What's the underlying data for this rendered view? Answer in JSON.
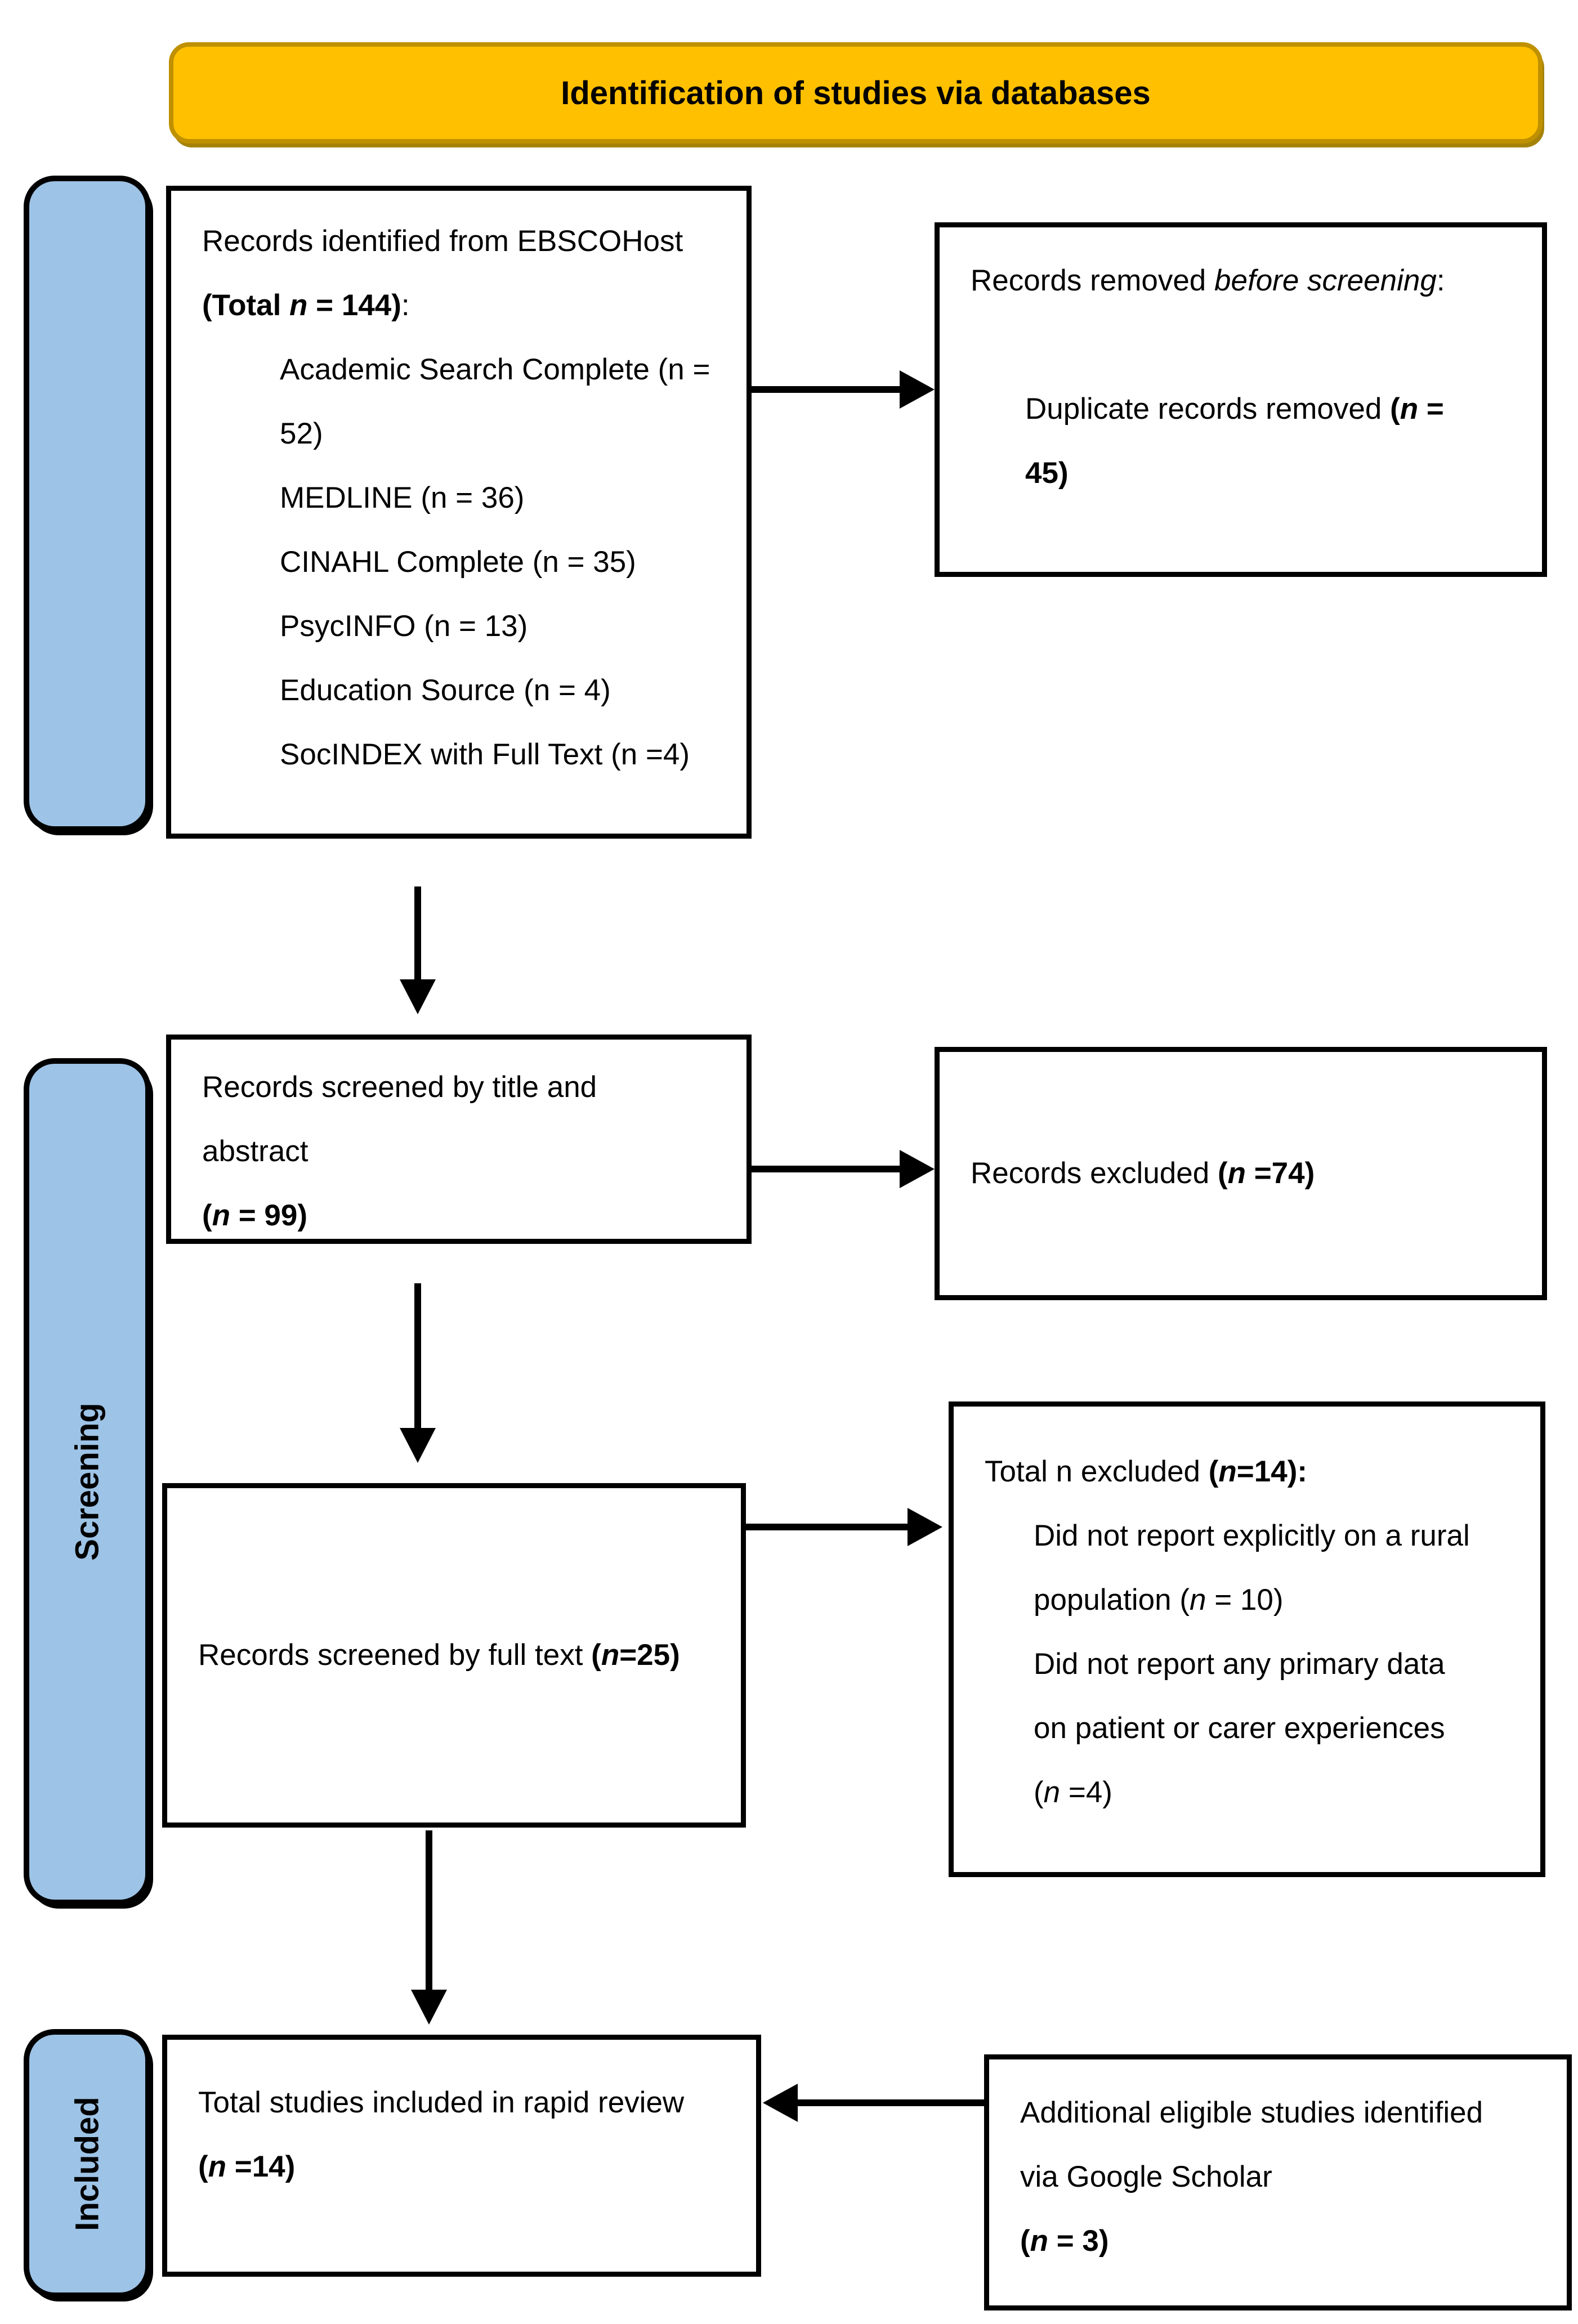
{
  "banner": {
    "title": "Identification of studies via databases"
  },
  "stages": {
    "screening": "Screening",
    "included": "Included"
  },
  "colors": {
    "banner_fill": "#FFC000",
    "banner_border": "#BF9000",
    "stage_fill": "#9DC3E6",
    "box_border": "#000000",
    "arrow": "#000000"
  },
  "boxes": {
    "identified": {
      "line1": "Records identified from EBSCOHost",
      "total_open": "(Total ",
      "total_n": "n",
      "total_close": " = 144)",
      "total_colon": ":",
      "items": [
        "Academic Search Complete (n =",
        "52)",
        "MEDLINE (n = 36)",
        "CINAHL Complete (n = 35)",
        "PsycINFO (n = 13)",
        "Education Source (n = 4)",
        "SocINDEX with Full Text (n =4)"
      ]
    },
    "removed": {
      "line1_pre": "Records removed ",
      "line1_italic": "before screening",
      "line1_colon": ":",
      "dup_pre": "Duplicate records removed ",
      "dup_open": "(",
      "dup_n": "n",
      "dup_eq": " =",
      "dup_num": "45)"
    },
    "screened_title": {
      "line1": "Records screened by title and",
      "line2": "abstract",
      "n_open": "(",
      "n": "n",
      "n_close": " = 99)"
    },
    "excluded_title": {
      "pre": "Records excluded ",
      "n_open": "(",
      "n": "n",
      "n_close": " =74)"
    },
    "screened_full": {
      "pre": "Records screened by full text ",
      "n_open": "(",
      "n": "n",
      "n_close": "=25)"
    },
    "excluded_full": {
      "head_pre": "Total n excluded ",
      "head_open": "(",
      "head_n": "n",
      "head_close": "=14):",
      "reason1_line1": "Did not report explicitly on a rural",
      "reason1_line2_pre": "population (",
      "reason1_line2_n": "n",
      "reason1_line2_post": " = 10)",
      "reason2_line1": "Did not report any primary data",
      "reason2_line2": "on patient or carer experiences",
      "reason2_line3_open": "(",
      "reason2_line3_n": "n",
      "reason2_line3_post": " =4)"
    },
    "included_total": {
      "line1": "Total studies included in rapid review",
      "n_open": "(",
      "n": "n",
      "n_close": " =14)"
    },
    "google": {
      "line1": "Additional eligible studies identified",
      "line2": "via Google Scholar",
      "n_open": "(",
      "n": "n",
      "n_close": " = 3)"
    }
  }
}
